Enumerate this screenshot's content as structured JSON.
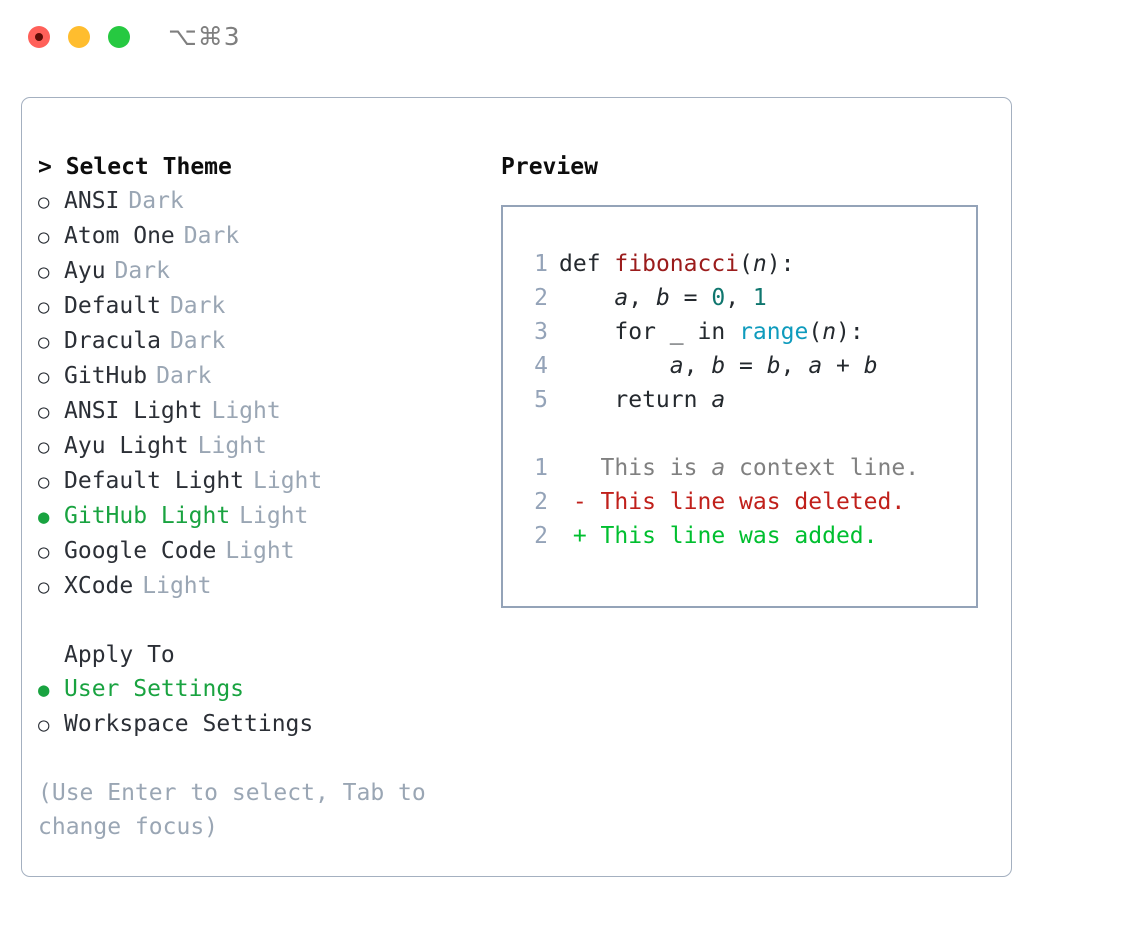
{
  "titlebar": {
    "shortcut": "⌥⌘3",
    "buttons": [
      "close",
      "minimize",
      "maximize"
    ]
  },
  "theme_picker": {
    "heading": "> Select Theme",
    "items": [
      {
        "marker": "○",
        "name": "ANSI",
        "category": "Dark",
        "selected": false
      },
      {
        "marker": "○",
        "name": "Atom One",
        "category": "Dark",
        "selected": false
      },
      {
        "marker": "○",
        "name": "Ayu",
        "category": "Dark",
        "selected": false
      },
      {
        "marker": "○",
        "name": "Default",
        "category": "Dark",
        "selected": false
      },
      {
        "marker": "○",
        "name": "Dracula",
        "category": "Dark",
        "selected": false
      },
      {
        "marker": "○",
        "name": "GitHub",
        "category": "Dark",
        "selected": false
      },
      {
        "marker": "○",
        "name": "ANSI Light",
        "category": "Light",
        "selected": false
      },
      {
        "marker": "○",
        "name": "Ayu Light",
        "category": "Light",
        "selected": false
      },
      {
        "marker": "○",
        "name": "Default Light",
        "category": "Light",
        "selected": false
      },
      {
        "marker": "●",
        "name": "GitHub Light",
        "category": "Light",
        "selected": true
      },
      {
        "marker": "○",
        "name": "Google Code",
        "category": "Light",
        "selected": false
      },
      {
        "marker": "○",
        "name": "XCode",
        "category": "Light",
        "selected": false
      }
    ]
  },
  "apply_to": {
    "heading": "Apply To",
    "items": [
      {
        "marker": "●",
        "label": "User Settings",
        "selected": true
      },
      {
        "marker": "○",
        "label": "Workspace Settings",
        "selected": false
      }
    ]
  },
  "hint": "(Use Enter to select, Tab to change focus)",
  "preview": {
    "heading": "Preview",
    "code_lines": [
      {
        "no": "1",
        "text": "def fibonacci(n):"
      },
      {
        "no": "2",
        "text": "    a, b = 0, 1"
      },
      {
        "no": "3",
        "text": "    for _ in range(n):"
      },
      {
        "no": "4",
        "text": "        a, b = b, a + b"
      },
      {
        "no": "5",
        "text": "    return a"
      }
    ],
    "diff_lines": [
      {
        "no": "1",
        "sign": " ",
        "text": "This is a context line.",
        "kind": "context"
      },
      {
        "no": "2",
        "sign": "-",
        "text": "This line was deleted.",
        "kind": "deleted"
      },
      {
        "no": "2",
        "sign": "+",
        "text": "This line was added.",
        "kind": "added"
      }
    ]
  },
  "colors": {
    "accent_green": "#19a340",
    "muted": "#9aa6b4",
    "border": "#94a3b8",
    "function": "#9b1c1c",
    "number": "#0f766e",
    "call": "#0e9bbd",
    "diff_deleted": "#c0201b",
    "diff_added": "#00bf2f"
  }
}
